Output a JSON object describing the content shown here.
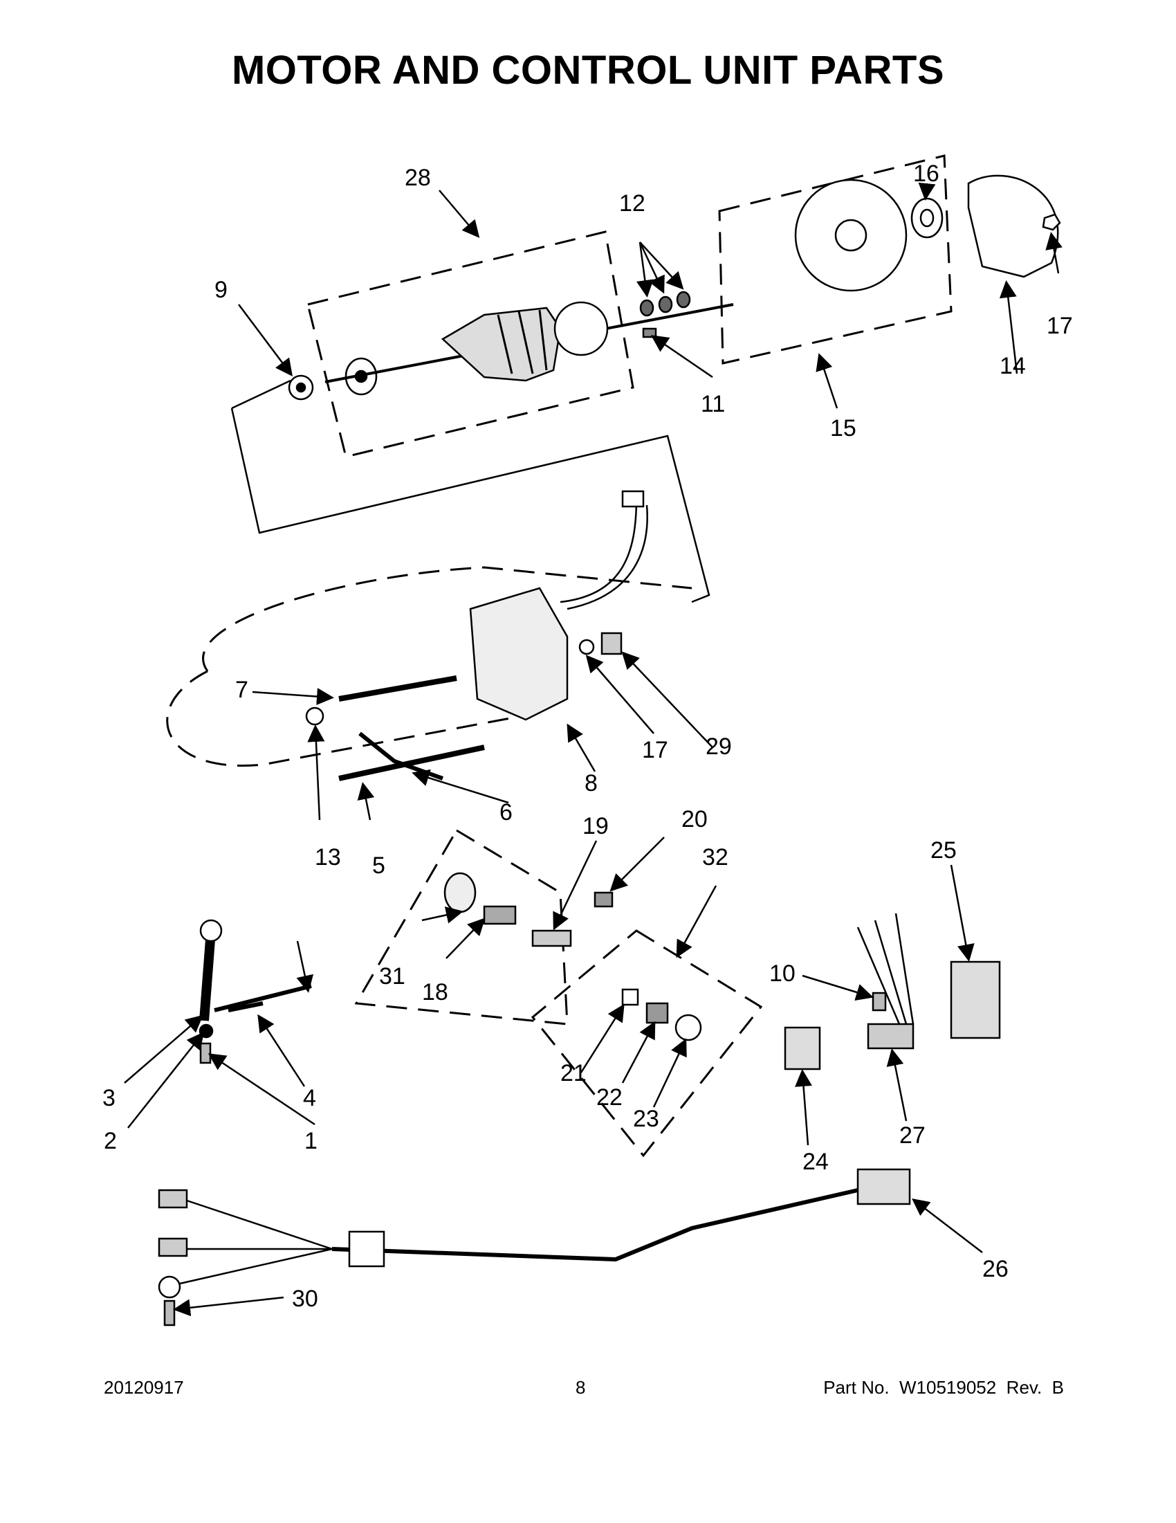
{
  "title": "MOTOR AND CONTROL UNIT PARTS",
  "callouts": [
    "1",
    "2",
    "3",
    "4",
    "5",
    "6",
    "7",
    "8",
    "9",
    "10",
    "11",
    "12",
    "13",
    "14",
    "15",
    "16",
    "17",
    "17",
    "18",
    "19",
    "20",
    "21",
    "22",
    "23",
    "24",
    "25",
    "26",
    "27",
    "28",
    "29",
    "30",
    "31",
    "32"
  ],
  "footer": {
    "date": "20120917",
    "page": "8",
    "part": "Part No.  W10519052  Rev.  B"
  }
}
